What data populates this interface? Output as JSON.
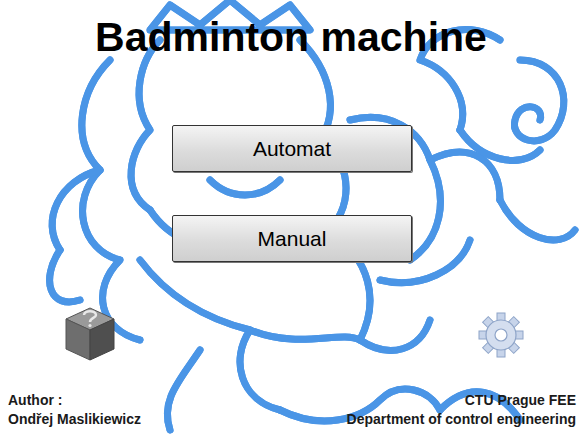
{
  "diagram": {
    "title": "Badminton machine",
    "nodes": [
      {
        "text": [
          "Automat"
        ]
      },
      {
        "text": [
          "Manual"
        ]
      }
    ],
    "labels": [
      "Author :",
      "Ondřej Maslikiewicz",
      "CTU Prague FEE",
      "Department of control engineering"
    ]
  }
}
